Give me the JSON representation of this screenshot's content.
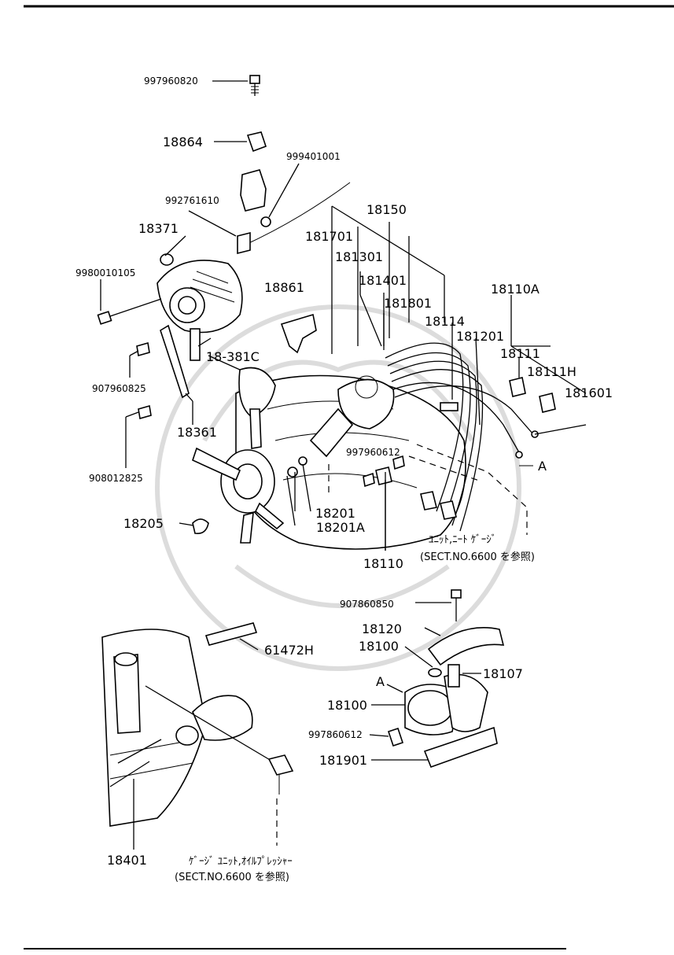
{
  "labels": {
    "p997960820": "997960820",
    "p18864": "18864",
    "p999401001": "999401001",
    "p992761610": "992761610",
    "p18150": "18150",
    "p18371": "18371",
    "p181701": "181701",
    "p181301": "181301",
    "p9980010105": "9980010105",
    "p181401": "181401",
    "p18861": "18861",
    "p181801": "181801",
    "p18110A": "18110A",
    "p18114": "18114",
    "p181201": "181201",
    "p18111": "18111",
    "p18-381C": "18-381C",
    "p18111H": "18111H",
    "p907960825": "907960825",
    "p181601": "181601",
    "p18361": "18361",
    "p997960612": "997960612",
    "pA1": "A",
    "p908012825": "908012825",
    "p18201": "18201",
    "p18205": "18205",
    "p18201A": "18201A",
    "p18110": "18110",
    "p907860850": "907860850",
    "p18120": "18120",
    "p18100a": "18100",
    "p18107": "18107",
    "pA2": "A",
    "p61472H": "61472H",
    "p18100b": "18100",
    "p997860612": "997860612",
    "p181901": "181901",
    "p18401": "18401"
  },
  "notes": {
    "n1_line1": "ﾕﾆｯﾄ,ﾆｰﾄ ｹﾞｰｼﾞ",
    "n1_line2": "(SECT.NO.6600  を参照)",
    "n2_line1": "ｹﾞｰｼﾞ ﾕﾆｯﾄ,ｵｲﾙﾌﾟﾚｯｼｬｰ",
    "n2_line2": "(SECT.NO.6600 を参照)"
  }
}
